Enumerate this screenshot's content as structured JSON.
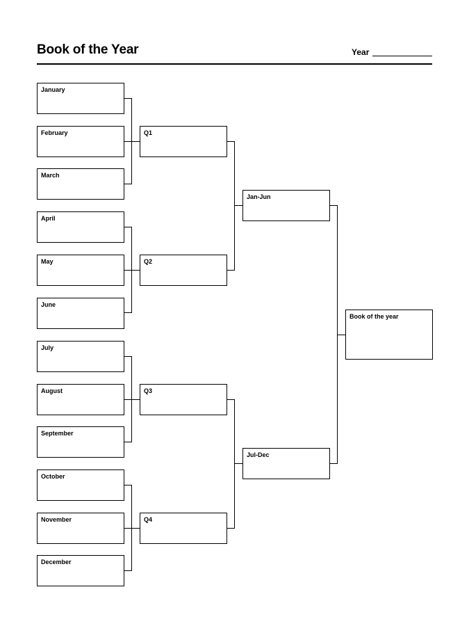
{
  "header": {
    "title": "Book of the Year",
    "year_label": "Year",
    "year_value": ""
  },
  "bracket": {
    "months": [
      "January",
      "February",
      "March",
      "April",
      "May",
      "June",
      "July",
      "August",
      "September",
      "October",
      "November",
      "December"
    ],
    "quarters": [
      "Q1",
      "Q2",
      "Q3",
      "Q4"
    ],
    "halves": [
      "Jan-Jun",
      "Jul-Dec"
    ],
    "final": "Book of the year"
  }
}
